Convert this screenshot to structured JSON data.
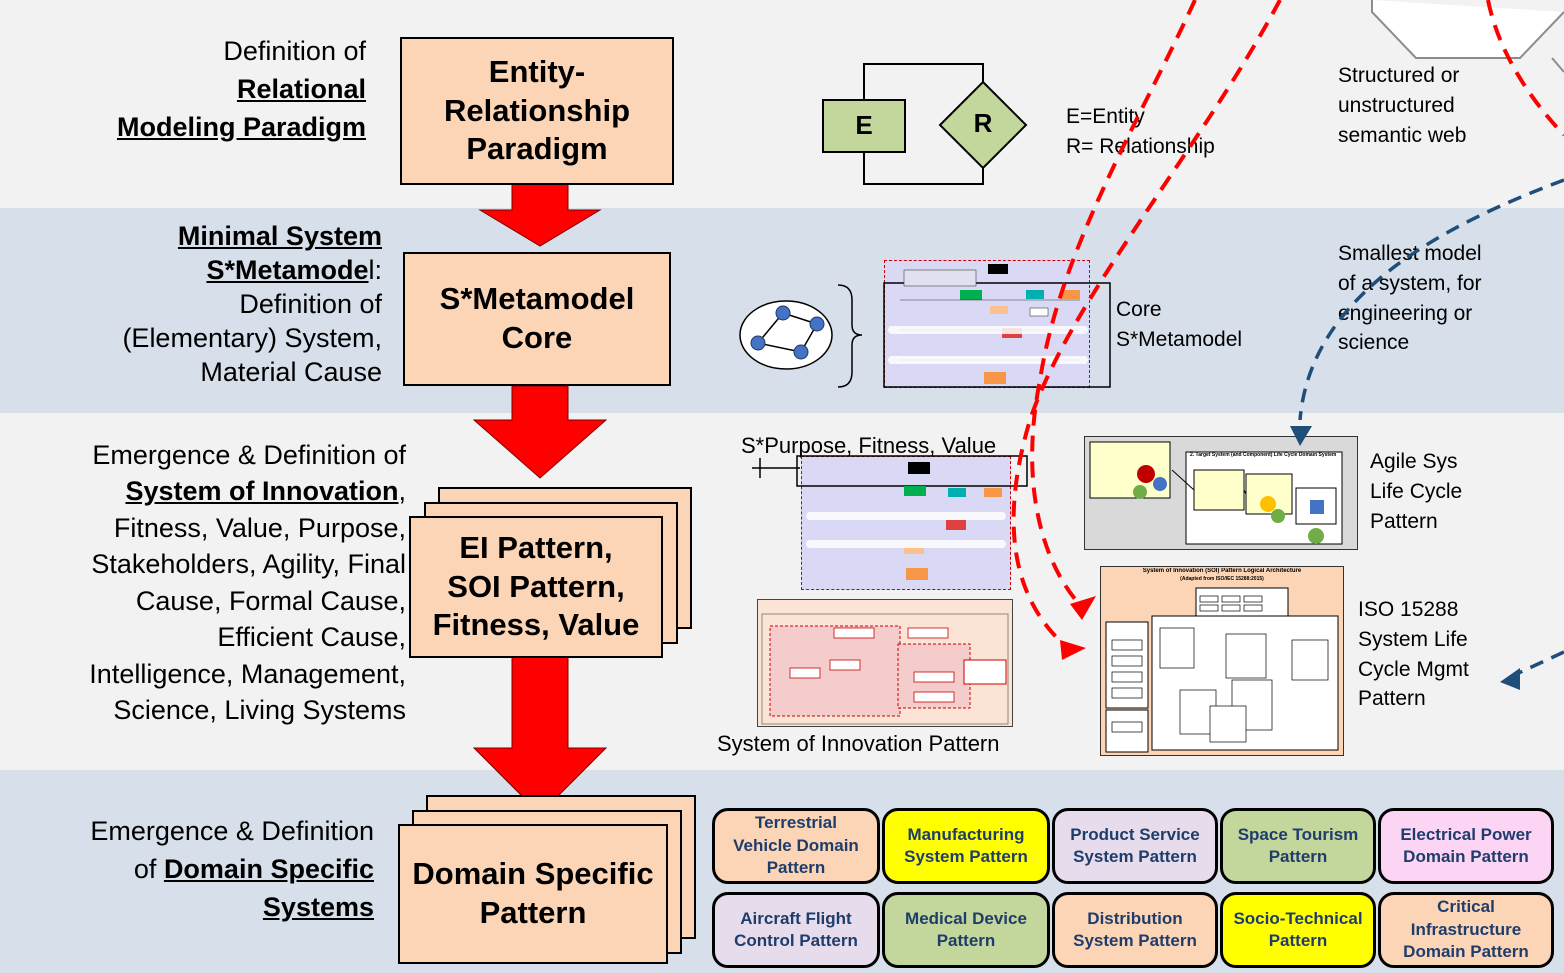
{
  "rows": {
    "row1": {
      "line1": "Definition of",
      "line2": "Relational",
      "line3": "Modeling Paradigm"
    },
    "row2": {
      "line1a": "Minimal System",
      "line2a": "S*Metamode",
      "line2b": "l:",
      "line3": "Definition of",
      "line4": "(Elementary) System,",
      "line5": "Material Cause"
    },
    "row3": {
      "line1": "Emergence & Definition of",
      "line2a": "System of Innovation",
      "line2b": ",",
      "line3": "Fitness, Value, Purpose,",
      "line4": "Stakeholders, Agility, Final",
      "line5": "Cause, Formal Cause,",
      "line6": "Efficient Cause,",
      "line7": "Intelligence, Management,",
      "line8": "Science, Living Systems"
    },
    "row4": {
      "line1": "Emergence & Definition",
      "line2a": "of ",
      "line2b": "Domain Specific",
      "line3": "Systems"
    }
  },
  "boxes": {
    "er": [
      "Entity-",
      "Relationship",
      "Paradigm"
    ],
    "core": [
      "S*Metamodel",
      "Core"
    ],
    "ei": [
      "EI Pattern,",
      "SOI Pattern,",
      "Fitness, Value"
    ],
    "domain": [
      "Domain Specific",
      "Pattern"
    ]
  },
  "er_diagram": {
    "e": "E",
    "r": "R",
    "legend1": "E=Entity",
    "legend2": "R= Relationship"
  },
  "notes": {
    "semantic": [
      "Structured or",
      "unstructured",
      "semantic web"
    ],
    "smallest": [
      "Smallest model",
      "of a system, for",
      "engineering or",
      "science"
    ],
    "core_label": [
      "Core",
      "S*Metamodel"
    ],
    "agile": [
      "Agile Sys",
      "Life Cycle",
      "Pattern"
    ],
    "iso": [
      "ISO 15288",
      "System Life",
      "Cycle Mgmt",
      "Pattern"
    ]
  },
  "captions": {
    "purpose": "S*Purpose, Fitness, Value",
    "soi": "System of Innovation Pattern",
    "soi_mini": "System of Innovation (SOI) Pattern Logical Architecture",
    "soi_mini_sub": "(Adapted from ISO/IEC 15288:2015)",
    "agile_mini": "2. Target System (and Component) Life Cycle Domain System"
  },
  "domain_patterns": [
    {
      "lines": [
        "Terrestrial",
        "Vehicle Domain",
        "Pattern"
      ],
      "color": "#fbd5b5"
    },
    {
      "lines": [
        "Manufacturing",
        "System Pattern"
      ],
      "color": "#ffff00"
    },
    {
      "lines": [
        "Product Service",
        "System Pattern"
      ],
      "color": "#e6dcec"
    },
    {
      "lines": [
        "Space Tourism",
        "Pattern"
      ],
      "color": "#c3d69b"
    },
    {
      "lines": [
        "Electrical Power",
        "Domain Pattern"
      ],
      "color": "#fcd5f5"
    },
    {
      "lines": [
        "Aircraft Flight",
        "Control Pattern"
      ],
      "color": "#e6dcec"
    },
    {
      "lines": [
        "Medical Device",
        "Pattern"
      ],
      "color": "#c3d69b"
    },
    {
      "lines": [
        "Distribution",
        "System Pattern"
      ],
      "color": "#fbd5b5"
    },
    {
      "lines": [
        "Socio-Technical",
        "Pattern"
      ],
      "color": "#ffff00"
    },
    {
      "lines": [
        "Critical",
        "Infrastructure",
        "Domain Pattern"
      ],
      "color": "#fbd5b5"
    }
  ],
  "colors": {
    "band_light": "#f2f2f2",
    "band_blue": "#d7dfea",
    "box_fill": "#fbd5b5",
    "arrow_red": "#ff0000",
    "dash_red": "#ff0000",
    "dash_blue": "#1f4e79",
    "er_green": "#c3d69b"
  }
}
